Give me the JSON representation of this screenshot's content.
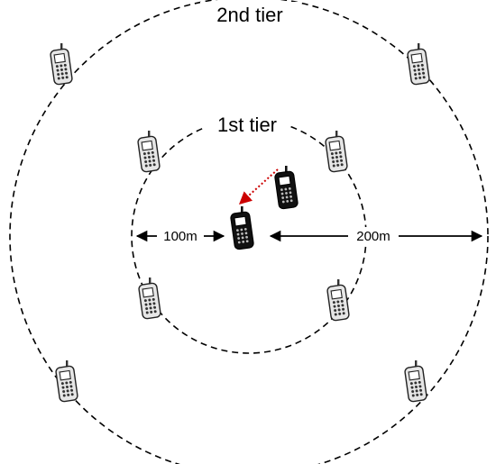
{
  "labels": {
    "tier_outer": "2nd tier",
    "tier_inner": "1st tier",
    "distance_inner": "100m",
    "distance_outer": "200m"
  },
  "phones": {
    "outer_tier": [
      {
        "id": "outer-top-left",
        "icon": "mobile-phone-icon",
        "style": "gray"
      },
      {
        "id": "outer-top-right",
        "icon": "mobile-phone-icon",
        "style": "gray"
      },
      {
        "id": "outer-bottom-left",
        "icon": "mobile-phone-icon",
        "style": "gray"
      },
      {
        "id": "outer-bottom-right",
        "icon": "mobile-phone-icon",
        "style": "gray"
      }
    ],
    "inner_tier": [
      {
        "id": "inner-top-left",
        "icon": "mobile-phone-icon",
        "style": "gray"
      },
      {
        "id": "inner-top-right",
        "icon": "mobile-phone-icon",
        "style": "gray"
      },
      {
        "id": "inner-bottom-left",
        "icon": "mobile-phone-icon",
        "style": "gray"
      },
      {
        "id": "inner-bottom-right",
        "icon": "mobile-phone-icon",
        "style": "gray"
      }
    ],
    "center": [
      {
        "id": "center-target",
        "icon": "mobile-phone-icon",
        "style": "black"
      },
      {
        "id": "center-moving",
        "icon": "mobile-phone-icon",
        "style": "black"
      }
    ]
  },
  "colors": {
    "circle": "#000000",
    "arrow_movement": "#cc0000",
    "phone_gray_body": "#e6e6e6",
    "phone_black_body": "#111111"
  }
}
